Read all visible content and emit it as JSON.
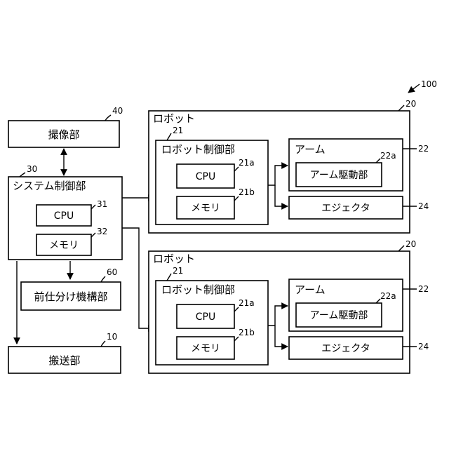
{
  "ref_main": "100",
  "left": {
    "imaging": {
      "label": "撮像部",
      "ref": "40"
    },
    "system": {
      "label": "システム制御部",
      "ref": "30",
      "cpu": "CPU",
      "cpu_ref": "31",
      "memory": "メモリ",
      "memory_ref": "32"
    },
    "presort": {
      "label": "前仕分け機構部",
      "ref": "60"
    },
    "conveyor": {
      "label": "搬送部",
      "ref": "10"
    }
  },
  "robots": [
    {
      "title": "ロボット",
      "ref": "20",
      "controller": {
        "label": "ロボット制御部",
        "ref": "21",
        "cpu": "CPU",
        "cpu_ref": "21a",
        "memory": "メモリ",
        "memory_ref": "21b"
      },
      "arm": {
        "label": "アーム",
        "ref": "22",
        "drive": "アーム駆動部",
        "drive_ref": "22a"
      },
      "ejector": {
        "label": "エジェクタ",
        "ref": "24"
      }
    },
    {
      "title": "ロボット",
      "ref": "20",
      "controller": {
        "label": "ロボット制御部",
        "ref": "21",
        "cpu": "CPU",
        "cpu_ref": "21a",
        "memory": "メモリ",
        "memory_ref": "21b"
      },
      "arm": {
        "label": "アーム",
        "ref": "22",
        "drive": "アーム駆動部",
        "drive_ref": "22a"
      },
      "ejector": {
        "label": "エジェクタ",
        "ref": "24"
      }
    }
  ]
}
